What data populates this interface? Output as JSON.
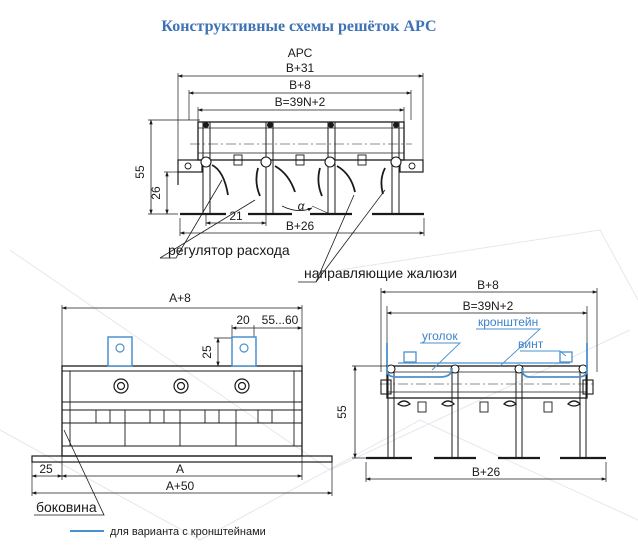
{
  "title": "Конструктивные схемы решёток АРС",
  "top_view": {
    "dim_apc": "АРС",
    "dim_b31": "B+31",
    "dim_b8": "B+8",
    "dim_b39": "B=39N+2",
    "dim_55": "55",
    "dim_26": "26",
    "dim_21": "21",
    "dim_alpha": "α",
    "dim_b26": "B+26",
    "callout_regulator": "регулятор расхода",
    "callout_louvres": "направляющие жалюзи"
  },
  "side_view": {
    "dim_a8": "A+8",
    "dim_20": "20",
    "dim_5560": "55...60",
    "dim_25v": "25",
    "dim_25h": "25",
    "dim_a": "A",
    "dim_a50": "A+50",
    "callout_side": "боковина"
  },
  "front_view": {
    "dim_b8": "B+8",
    "dim_b39": "B=39N+2",
    "dim_55": "55",
    "dim_b26": "B+26",
    "callout_corner": "уголок",
    "callout_bracket": "кронштейн",
    "callout_screw": "винт"
  },
  "legend": {
    "bracket_variant": "для варианта с кронштейнами"
  },
  "colors": {
    "title": "#3d72b5",
    "bracket": "#4a90d0",
    "line": "#1a1a1a"
  }
}
